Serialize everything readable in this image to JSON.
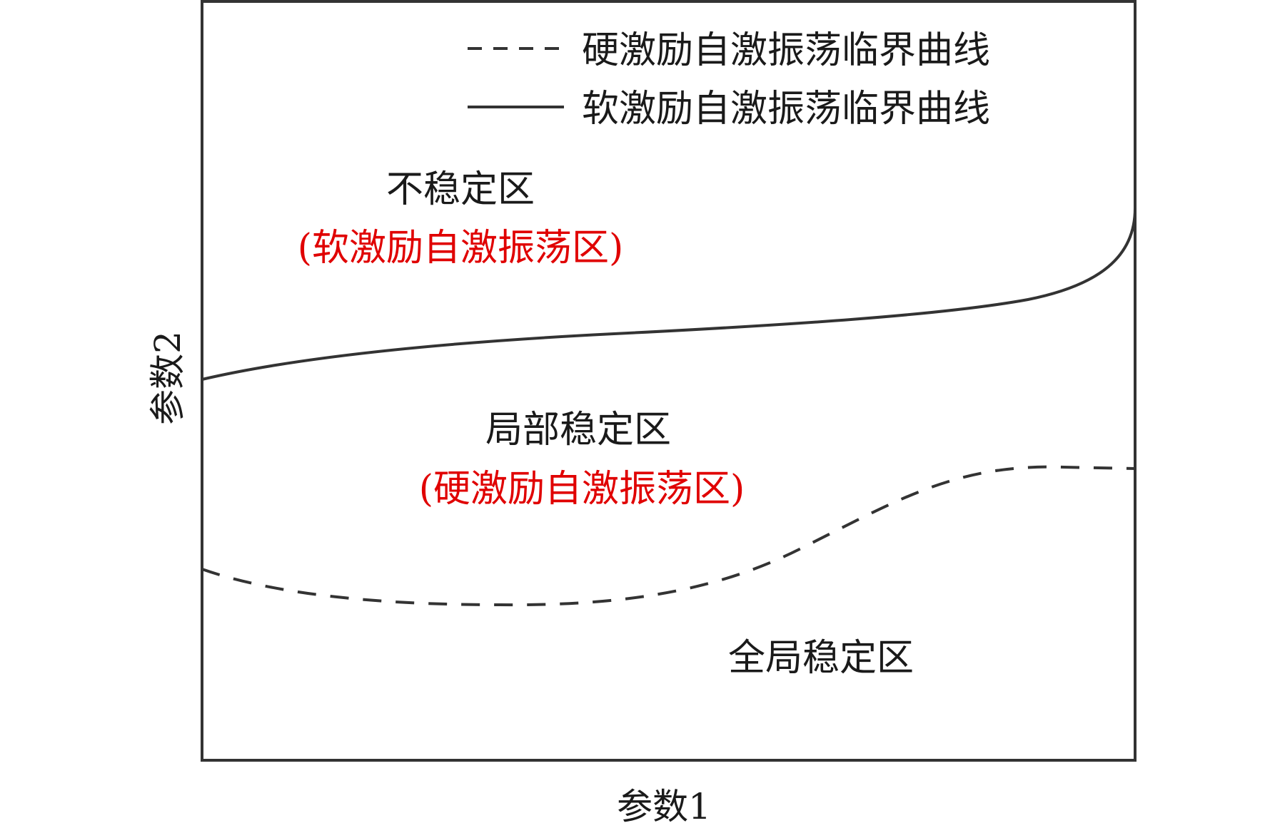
{
  "legend": {
    "hard_label": "硬激励自激振荡临界曲线",
    "soft_label": "软激励自激振荡临界曲线"
  },
  "axes": {
    "x_label": "参数1",
    "y_label": "参数2"
  },
  "regions": {
    "unstable": "不稳定区",
    "unstable_sub": "(软激励自激振荡区)",
    "local": "局部稳定区",
    "local_sub": "(硬激励自激振荡区)",
    "global": "全局稳定区"
  },
  "colors": {
    "curve": "#333333",
    "frame": "#333333",
    "emphasis_text": "#e00000"
  }
}
